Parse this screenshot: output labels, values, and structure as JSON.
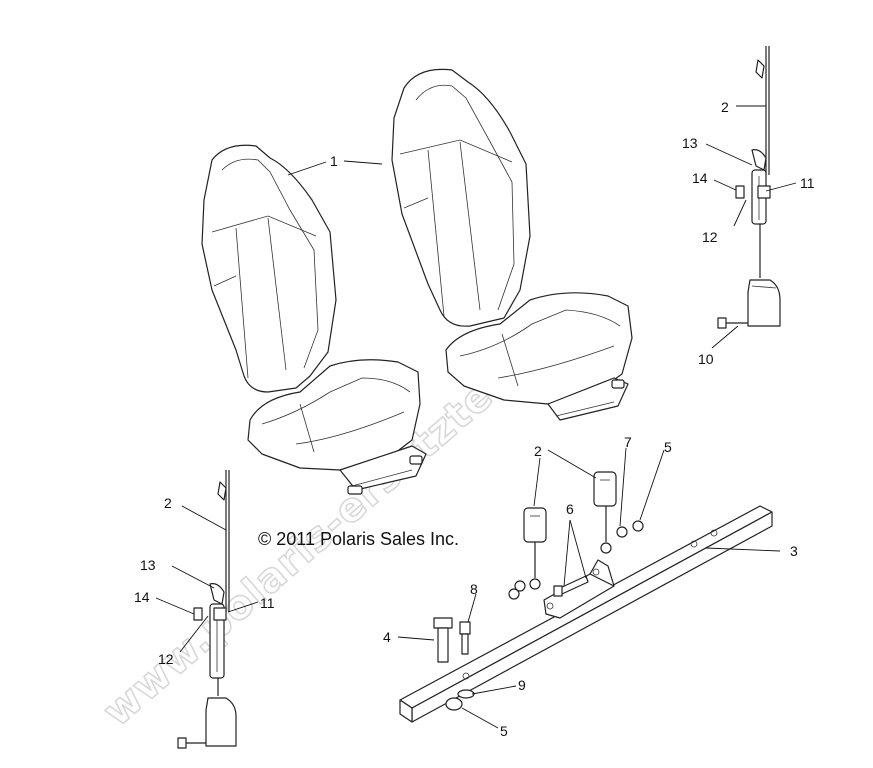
{
  "copyright": "© 2011 Polaris Sales Inc.",
  "watermark": "www.polaris-ersatzteile.de",
  "callouts": {
    "seat": "1",
    "belt_top_right": "2",
    "belt_bottom_left": "2",
    "buckles": "2",
    "crossbar": "3",
    "bolt": "4",
    "nut_top": "5",
    "nut_bottom": "5",
    "screw": "6",
    "washer_7": "7",
    "stud_8": "8",
    "washer_9": "9",
    "retractor_bolt": "10",
    "r_11": "11",
    "r_12": "12",
    "r_13": "13",
    "r_14": "14",
    "l_11": "11",
    "l_12": "12",
    "l_13": "13",
    "l_14": "14"
  },
  "colors": {
    "line": "#222222",
    "watermark": "#d8d8d8"
  }
}
